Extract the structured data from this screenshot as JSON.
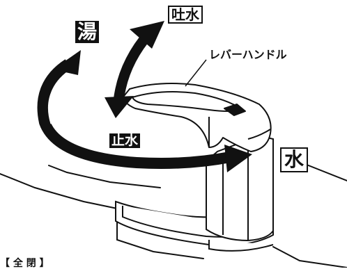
{
  "labels": {
    "hot": "湯",
    "spout_water": "吐水",
    "lever_handle": "レバーハンドル",
    "stop_water": "止水",
    "cold": "水",
    "caption": "【 全 閉 】"
  },
  "colors": {
    "line": "#111111",
    "background": "#ffffff",
    "label_inverted_bg": "#111111",
    "label_inverted_fg": "#ffffff"
  }
}
